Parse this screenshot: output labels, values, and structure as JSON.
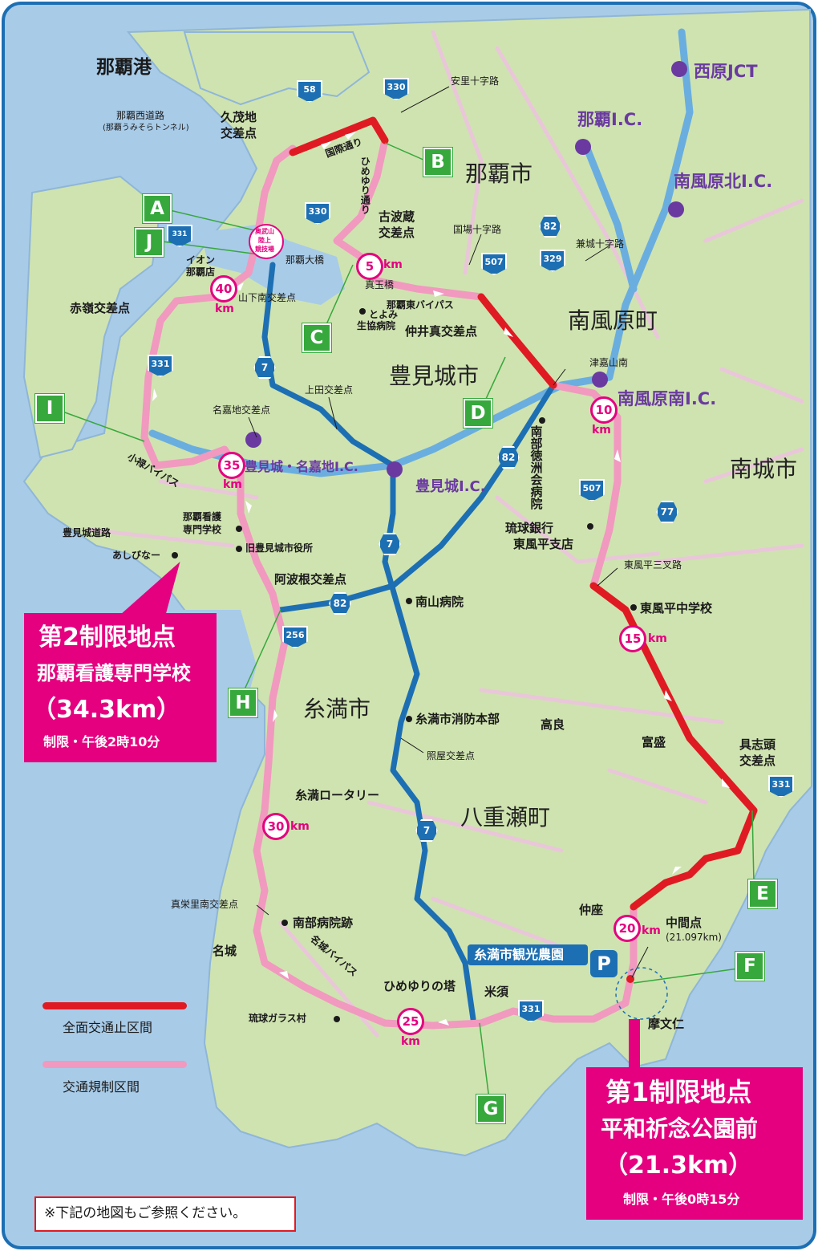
{
  "colors": {
    "sea": "#a8cbe8",
    "land": "#cfe3b0",
    "road_minor": "#e9c7d9",
    "closed": "#e01a22",
    "restricted": "#f199bf",
    "expressway": "#6aaedf",
    "route7": "#1d6fb3",
    "accent_magenta": "#e4007f",
    "label_green": "#36a83c",
    "ic_purple": "#6a3aa0"
  },
  "places": {
    "naha_port": "那覇港",
    "naha_west_road": "那覇西道路",
    "naha_west_road_sub": "(那覇うみそらトンネル)",
    "kumoji": "久茂地",
    "kumoji2": "交差点",
    "kokusai": "国際通り",
    "himeyuri_dori": "ひめゆり通り",
    "asato": "安里十字路",
    "kohagura": "古波蔵",
    "kohagura2": "交差点",
    "okukubi": "奥武山",
    "okukubi2": "陸上",
    "okukubi3": "競技場",
    "aeon": "イオン",
    "aeon2": "那覇店",
    "naha_bridge": "那覇大橋",
    "yamashita": "山下南交差点",
    "akamine": "赤嶺交差点",
    "madama": "真玉橋",
    "naha_bypass": "那覇東バイパス",
    "tomi": "とよみ",
    "tomi2": "生協病院",
    "nakaima": "仲井真交差点",
    "kokuba": "国場十字路",
    "kanegusuku": "兼城十字路",
    "tsukazan": "津嘉山南",
    "ueda": "上田交差点",
    "nakachi": "名嘉地交差点",
    "obaypass": "小禄バイパス",
    "tomigusuku_road": "豊見城道路",
    "ashibina": "あしびなー",
    "nursing": "那覇看護",
    "nursing2": "専門学校",
    "old_office": "旧豊見城市役所",
    "ahagon": "阿波根交差点",
    "nanzan": "南山病院",
    "nanbu_tokushukai": "南部徳洲会病院",
    "ryukyu_bank": "琉球銀行",
    "ryukyu_bank2": "東風平支店",
    "kochinda_sansaro": "東風平三叉路",
    "kochinda_jhs": "東風平中学校",
    "itoman_fire": "糸満市消防本部",
    "teruya": "照屋交差点",
    "takara": "高良",
    "tomori": "富盛",
    "gushichan": "具志頭",
    "gushichan2": "交差点",
    "itoman_rotary": "糸満ロータリー",
    "maezato": "真栄里南交差点",
    "nanbu_hospital": "南部病院跡",
    "nashiro": "名城",
    "nashiro_bypass": "名城バイパス",
    "ryukyu_glass": "琉球ガラス村",
    "himeyuri_tower": "ひめゆりの塔",
    "komesu": "米須",
    "nakaza": "仲座",
    "chukan": "中間点",
    "chukan2": "(21.097km)",
    "mabuni": "摩文仁"
  },
  "cities": {
    "naha": "那覇市",
    "haebaru": "南風原町",
    "tomigusuku": "豊見城市",
    "nanjo": "南城市",
    "itoman": "糸満市",
    "yaese": "八重瀬町"
  },
  "interchanges": {
    "nishihara": "西原JCT",
    "naha_ic": "那覇I.C.",
    "haebaru_north": "南風原北I.C.",
    "haebaru_south": "南風原南I.C.",
    "tomigusuku_nakachi": "豊見城・名嘉地I.C.",
    "tomigusuku_ic": "豊見城I.C."
  },
  "route_numbers": {
    "r58": "58",
    "r330": "330",
    "r331": "331",
    "r82": "82",
    "r507": "507",
    "r329": "329",
    "r7": "7",
    "r77": "77",
    "r256": "256"
  },
  "markers": [
    "A",
    "B",
    "C",
    "D",
    "E",
    "F",
    "G",
    "H",
    "I",
    "J"
  ],
  "km_markers": {
    "k5": "5",
    "k10": "10",
    "k15": "15",
    "k20": "20",
    "k25": "25",
    "k30": "30",
    "k35": "35",
    "k40": "40",
    "unit": "km"
  },
  "parking": {
    "label": "糸満市観光農園",
    "icon": "P"
  },
  "legend": {
    "closed": "全面交通止区間",
    "restricted": "交通規制区間"
  },
  "limit2": {
    "title": "第2制限地点",
    "place": "那覇看護専門学校",
    "dist": "（34.3km）",
    "time": "制限・午後2時10分"
  },
  "limit1": {
    "title": "第1制限地点",
    "place": "平和祈念公園前",
    "dist": "（21.3km）",
    "time": "制限・午後0時15分"
  },
  "note": "※下記の地図もご参照ください。"
}
